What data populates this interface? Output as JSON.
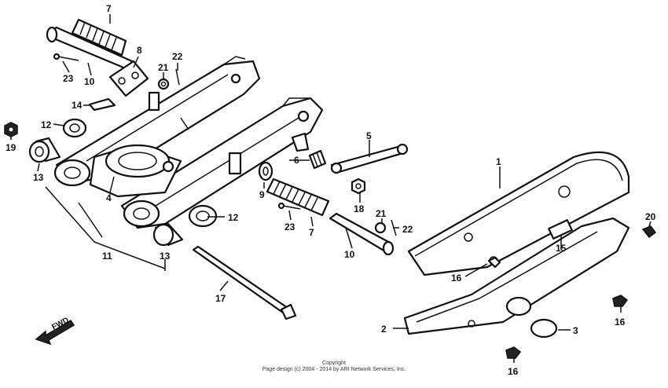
{
  "labels": {
    "l1": "1",
    "l2": "2",
    "l3": "3",
    "l4": "4",
    "l5": "5",
    "l6": "6",
    "l7a": "7",
    "l7b": "7",
    "l8": "8",
    "l9": "9",
    "l10a": "10",
    "l10b": "10",
    "l11": "11",
    "l12a": "12",
    "l12b": "12",
    "l13a": "13",
    "l13b": "13",
    "l14": "14",
    "l15": "15",
    "l16a": "16",
    "l16b": "16",
    "l16c": "16",
    "l17": "17",
    "l18": "18",
    "l19": "19",
    "l20": "20",
    "l21a": "21",
    "l21b": "21",
    "l22a": "22",
    "l22b": "22",
    "l23a": "23",
    "l23b": "23"
  },
  "fwd_label": "FWD",
  "copyright": {
    "title": "Copyright",
    "line": "Page design (c) 2004 - 2014 by ARI Network Services, Inc."
  }
}
